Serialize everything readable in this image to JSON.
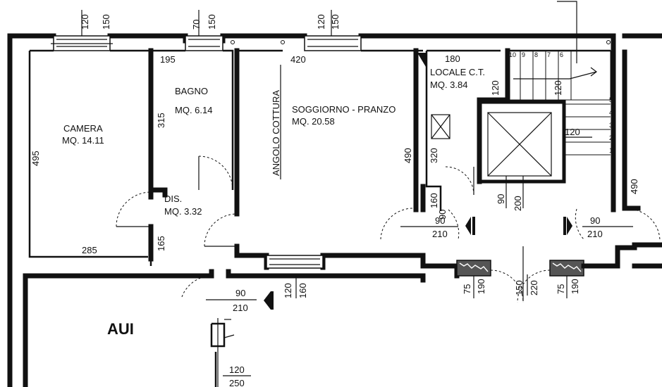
{
  "rooms": {
    "camera": {
      "name": "CAMERA",
      "area": "MQ. 14.11"
    },
    "bagno": {
      "name": "BAGNO",
      "area": "MQ. 6.14"
    },
    "dis": {
      "name": "DIS.",
      "area": "MQ. 3.32"
    },
    "soggiorno": {
      "name": "SOGGIORNO - PRANZO",
      "area": "MQ. 20.58"
    },
    "angolo": {
      "name": "ANGOLO COTTURA"
    },
    "locale": {
      "name": "LOCALE C.T.",
      "area": "MQ. 3.84"
    },
    "aui": {
      "name": "AUI"
    }
  },
  "dimensions": {
    "camera_window_w": "120",
    "camera_window_h": "150",
    "bagno_window_w": "70",
    "bagno_window_h": "150",
    "soggiorno_window_w": "120",
    "soggiorno_window_h": "150",
    "bagno_width": "195",
    "soggiorno_top": "420",
    "locale_width": "180",
    "camera_height": "495",
    "bagno_height": "315",
    "camera_width": "285",
    "dis_wall": "165",
    "soggiorno_height": "490",
    "cooking_320": "320",
    "locale_120": "120",
    "stair_120_a": "120",
    "stair_120_b": "120",
    "left_small_160": "160",
    "left_small_90": "90",
    "elevator_90": "90",
    "elevator_200": "200",
    "right_wall_490": "490",
    "door_left_top": "90",
    "door_left_bottom": "210",
    "door_right_top": "90",
    "door_right_bottom": "210",
    "door_aui_top": "90",
    "door_aui_bottom": "210",
    "lower_window_w": "120",
    "lower_window_h": "160",
    "pillar_left_75": "75",
    "pillar_left_190": "190",
    "entrance_150": "150",
    "entrance_220": "220",
    "pillar_right_75": "75",
    "pillar_right_190": "190",
    "bottom_120": "120",
    "bottom_250": "250"
  },
  "stair_steps_top": [
    "10",
    "9",
    "8",
    "7",
    "6"
  ],
  "stair_steps_side": [
    "5",
    "4",
    "3",
    "2",
    "1"
  ]
}
